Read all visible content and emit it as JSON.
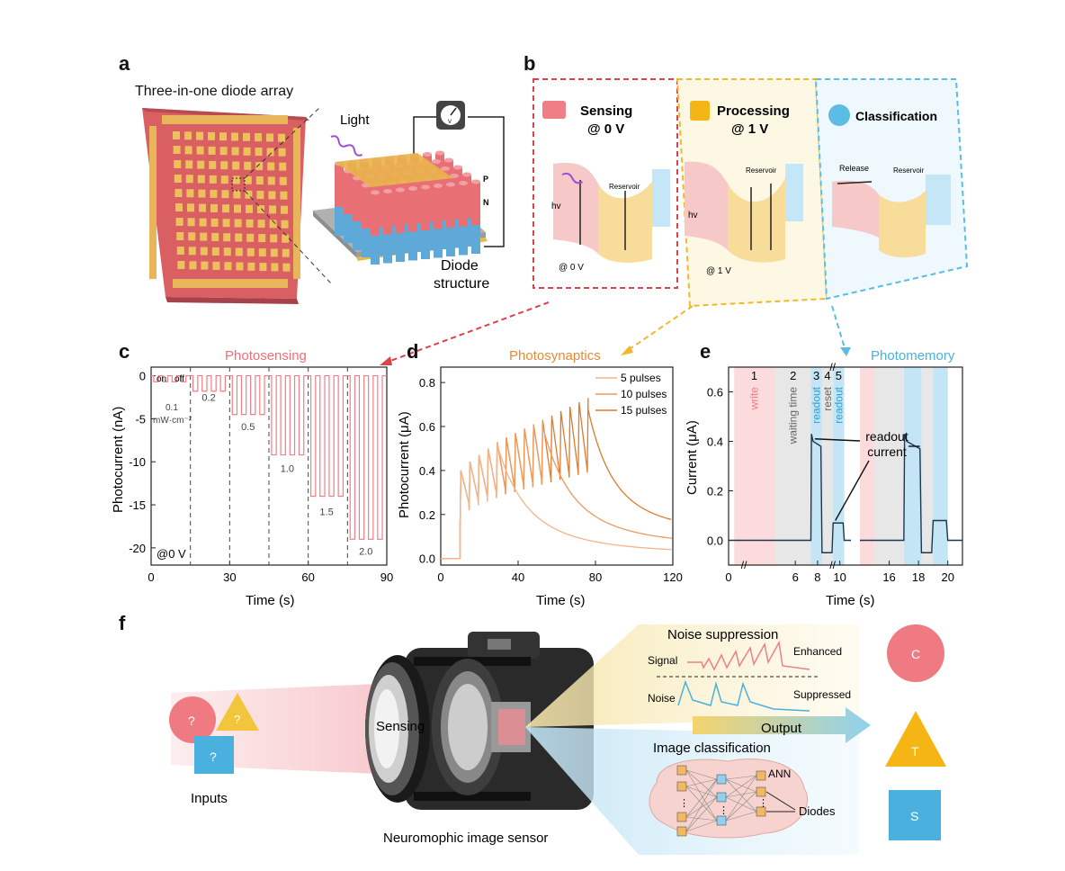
{
  "panels": {
    "a": {
      "letter": "a",
      "array_title": "Three-in-one diode array",
      "light_label": "Light",
      "layer_p": "P",
      "layer_n": "N",
      "meter_symbol": "V",
      "structure_line1": "Diode",
      "structure_line2": "structure"
    },
    "b": {
      "letter": "b",
      "sensing_title": "Sensing",
      "sensing_bias": "@ 0 V",
      "processing_title": "Processing",
      "processing_bias": "@ 1 V",
      "classification_title": "Classification",
      "reservoir": "Reservoir",
      "hv": "hv",
      "bias_0": "@ 0 V",
      "bias_1": "@ 1 V",
      "release": "Release"
    },
    "c": {
      "letter": "c"
    },
    "d": {
      "letter": "d"
    },
    "e": {
      "letter": "e"
    },
    "f": {
      "letter": "f",
      "inputs": "Inputs",
      "sensing": "Sensing",
      "sensor_caption": "Neuromophic image sensor",
      "noise_suppression": "Noise suppression",
      "signal": "Signal",
      "enhanced": "Enhanced",
      "noise": "Noise",
      "suppressed": "Suppressed",
      "output": "Output",
      "image_classification": "Image classification",
      "ann": "ANN",
      "diodes": "Diodes",
      "q": "?",
      "out_c": "C",
      "out_t": "T",
      "out_s": "S",
      "dots": "⋮"
    }
  },
  "colors": {
    "red": "#ef7f86",
    "orange": "#e8893a",
    "blue": "#5bbde4",
    "navy": "#1f3552",
    "yellow": "#f5b514"
  },
  "chart_data": [
    {
      "type": "line",
      "panel": "c",
      "title": "Photosensing",
      "xlabel": "Time (s)",
      "ylabel": "Photocurrent (nA)",
      "xlim": [
        0,
        90
      ],
      "ylim": [
        -22,
        1
      ],
      "xticks": [
        0,
        30,
        60,
        90
      ],
      "yticks": [
        0,
        -5,
        -10,
        -15,
        -20
      ],
      "annotations": [
        "on",
        "off",
        "0.1",
        "mW·cm⁻²",
        "0.2",
        "0.5",
        "1.0",
        "1.5",
        "2.0",
        "@0 V"
      ],
      "intensities": [
        0.1,
        0.2,
        0.5,
        1.0,
        1.5,
        2.0
      ],
      "segment_start_s": [
        0,
        15,
        30,
        45,
        60,
        75
      ],
      "on_current_nA": [
        -0.7,
        -1.8,
        -4.5,
        -9.2,
        -14,
        -19
      ]
    },
    {
      "type": "line",
      "panel": "d",
      "title": "Photosynaptics",
      "xlabel": "Time (s)",
      "ylabel": "Photocurrent (μA)",
      "xlim": [
        0,
        120
      ],
      "ylim": [
        -0.03,
        0.87
      ],
      "xticks": [
        0,
        40,
        80,
        120
      ],
      "yticks": [
        0.0,
        0.2,
        0.4,
        0.6,
        0.8
      ],
      "pulse_start_s": 10,
      "pulse_period_s": 4.7,
      "series": [
        {
          "name": "5 pulses",
          "pulses": 5,
          "color": "#f2b58a",
          "end_value": 0.04
        },
        {
          "name": "10 pulses",
          "pulses": 10,
          "color": "#ec9a5e",
          "end_value": 0.09
        },
        {
          "name": "15 pulses",
          "pulses": 15,
          "color": "#e07a2c",
          "end_value": 0.17
        }
      ],
      "peak_values": [
        0.4,
        0.44,
        0.47,
        0.5,
        0.53,
        0.55,
        0.57,
        0.59,
        0.61,
        0.63,
        0.65,
        0.67,
        0.69,
        0.71,
        0.73
      ]
    },
    {
      "type": "line",
      "panel": "e",
      "title": "Photomemory",
      "xlabel": "Time (s)",
      "ylabel": "Current (μA)",
      "ylim": [
        -0.1,
        0.7
      ],
      "yticks": [
        0.0,
        0.2,
        0.4,
        0.6
      ],
      "xtick_labels": [
        "0",
        "6",
        "8",
        "10",
        "16",
        "18",
        "20"
      ],
      "phase_numbers": [
        "1",
        "2",
        "3",
        "4",
        "5"
      ],
      "phase_labels": [
        "write",
        "waiting time",
        "readout",
        "reset",
        "readout"
      ],
      "annotation": [
        "readout",
        "current"
      ],
      "readout_peaks": [
        0.43,
        0.07
      ]
    }
  ]
}
